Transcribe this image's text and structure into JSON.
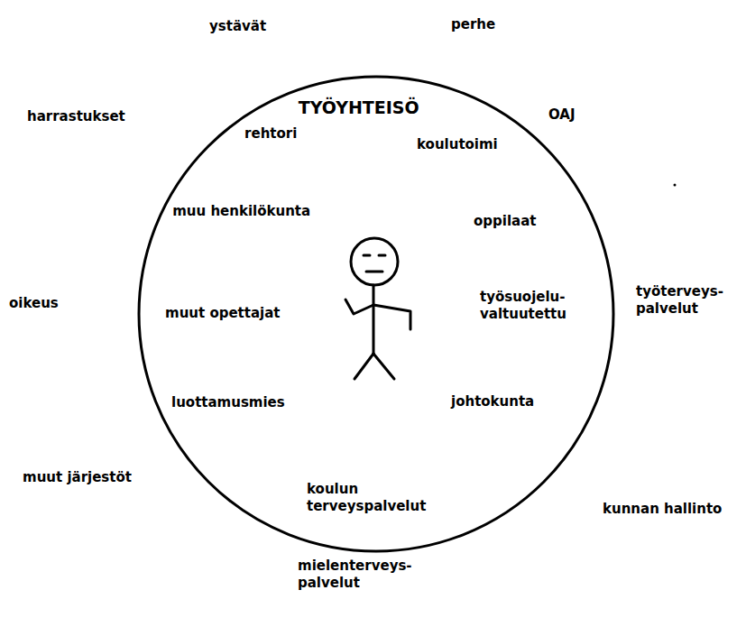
{
  "diagram": {
    "nodes": [
      {
        "text": [
          "TYÖYHTEISÖ",
          "rehtori",
          "koulutoimi",
          "muu henkilökunta",
          "oppilaat",
          "muut opettajat",
          "työsuojelu- valtuutettu",
          "luottamusmies",
          "johtokunta",
          "koulun terveyspalvelut"
        ]
      }
    ],
    "labels": [
      "ystävät",
      "perhe",
      "OAJ",
      "harrastukset",
      "oikeus",
      "työterveys- palvelut",
      "muut järjestöt",
      "kunnan hallinto",
      "mielenterveys- palvelut"
    ]
  }
}
